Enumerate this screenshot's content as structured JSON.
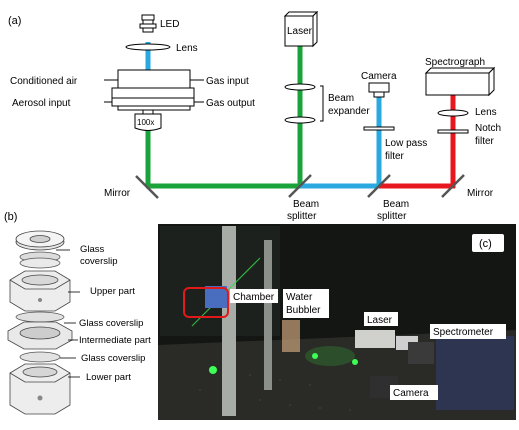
{
  "panel_a": {
    "panel_label": "(a)",
    "labels": {
      "led": "LED",
      "lens_top": "Lens",
      "conditioned_air": "Conditioned air",
      "aerosol_input": "Aerosol input",
      "gas_input": "Gas input",
      "gas_output": "Gas output",
      "objective": "100x",
      "laser": "Laser",
      "beam_expander_1": "Beam",
      "beam_expander_2": "expander",
      "camera": "Camera",
      "low_pass_1": "Low pass",
      "low_pass_2": "filter",
      "spectrograph": "Spectrograph",
      "lens_right": "Lens",
      "notch_1": "Notch",
      "notch_2": "filter",
      "mirror_left": "Mirror",
      "mirror_right": "Mirror",
      "beam_splitter_1a": "Beam",
      "beam_splitter_1b": "splitter",
      "beam_splitter_2a": "Beam",
      "beam_splitter_2b": "splitter"
    },
    "colors": {
      "green_beam": "#1aa33a",
      "blue_beam": "#29a9e0",
      "red_beam": "#e8161d"
    }
  },
  "panel_b": {
    "panel_label": "(b)",
    "labels": {
      "glass_coverslip_1a": "Glass",
      "glass_coverslip_1b": "coverslip",
      "upper_part": "Upper part",
      "glass_coverslip_2": "Glass coverslip",
      "intermediate_part": "Intermediate part",
      "glass_coverslip_3": "Glass coverslip",
      "lower_part": "Lower part"
    }
  },
  "panel_c": {
    "panel_label": "(c)",
    "labels": {
      "chamber": "Chamber",
      "water_bubbler_1": "Water",
      "water_bubbler_2": "Bubbler",
      "laser": "Laser",
      "spectrometer": "Spectrometer",
      "camera": "Camera"
    }
  }
}
